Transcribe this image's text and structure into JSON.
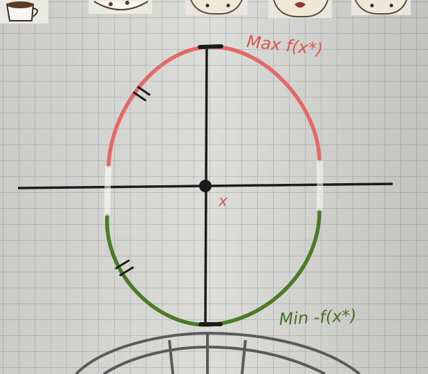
{
  "labels": {
    "max": "Max f(x*)",
    "min": "Min -f(x*)",
    "x_marker": "x"
  },
  "colors": {
    "paper": "#dcdcd9",
    "grid": "#a9b3ba",
    "axis": "#1b1b1b",
    "upper_curve": "#e26a66",
    "lower_curve": "#4c7a28",
    "max_text": "#d9574f",
    "min_text": "#4a7425",
    "x_text": "#d9574f"
  },
  "icons": [
    "coffee-cup-sticker",
    "dessert-bowl-sticker",
    "cartoon-bear-sticker",
    "turtle-shell-drawing"
  ]
}
